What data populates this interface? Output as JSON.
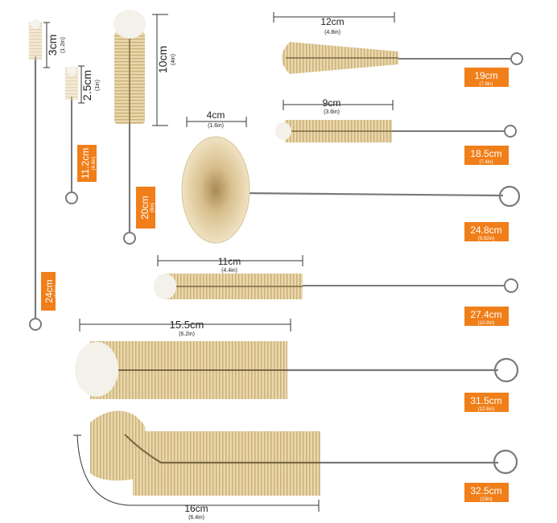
{
  "colors": {
    "badge": "#f07f1a",
    "bristle": "#e8d3a6",
    "bristle_dark": "#c9ae78",
    "tip": "#f4f1ea",
    "wire": "#7a7a7a"
  },
  "brushes": [
    {
      "id": "b1",
      "dim_main": "3cm",
      "dim_sub": "(1.2in)",
      "len_main": "24cm",
      "len_sub": "(9.6in)"
    },
    {
      "id": "b2",
      "dim_main": "2.5cm",
      "dim_sub": "(1in)",
      "len_main": "11.2cm",
      "len_sub": "(4.4in)"
    },
    {
      "id": "b3",
      "dim_main": "10cm",
      "dim_sub": "(4in)",
      "len_main": "20cm",
      "len_sub": "(8in)"
    },
    {
      "id": "b4",
      "dim_main": "12cm",
      "dim_sub": "(4.8in)",
      "len_main": "19cm",
      "len_sub": "(7.6in)"
    },
    {
      "id": "b5",
      "dim_main": "9cm",
      "dim_sub": "(3.6in)",
      "len_main": "18.5cm",
      "len_sub": "(7.4in)"
    },
    {
      "id": "b6",
      "dim_main": "4cm",
      "dim_sub": "(1.6in)",
      "len_main": "24.8cm",
      "len_sub": "(9.92in)"
    },
    {
      "id": "b7",
      "dim_main": "11cm",
      "dim_sub": "(4.4in)",
      "len_main": "27.4cm",
      "len_sub": "(10.9in)"
    },
    {
      "id": "b8",
      "dim_main": "15.5cm",
      "dim_sub": "(6.2in)",
      "len_main": "31.5cm",
      "len_sub": "(12.6in)"
    },
    {
      "id": "b9",
      "dim_main": "16cm",
      "dim_sub": "(6.4in)",
      "len_main": "32.5cm",
      "len_sub": "(13in)"
    }
  ]
}
